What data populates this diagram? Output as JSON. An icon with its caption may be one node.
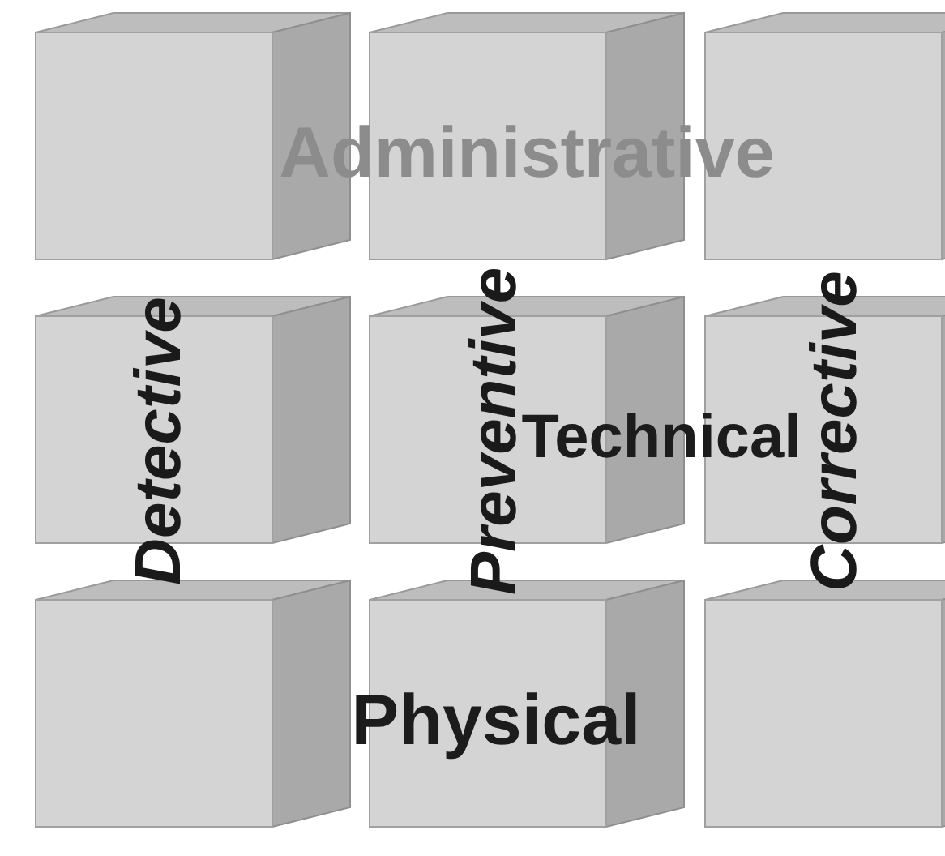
{
  "diagram": {
    "labels": [
      "Administrative",
      "Detective",
      "Preventive",
      "Corrective",
      "Technical",
      "Physical"
    ]
  }
}
